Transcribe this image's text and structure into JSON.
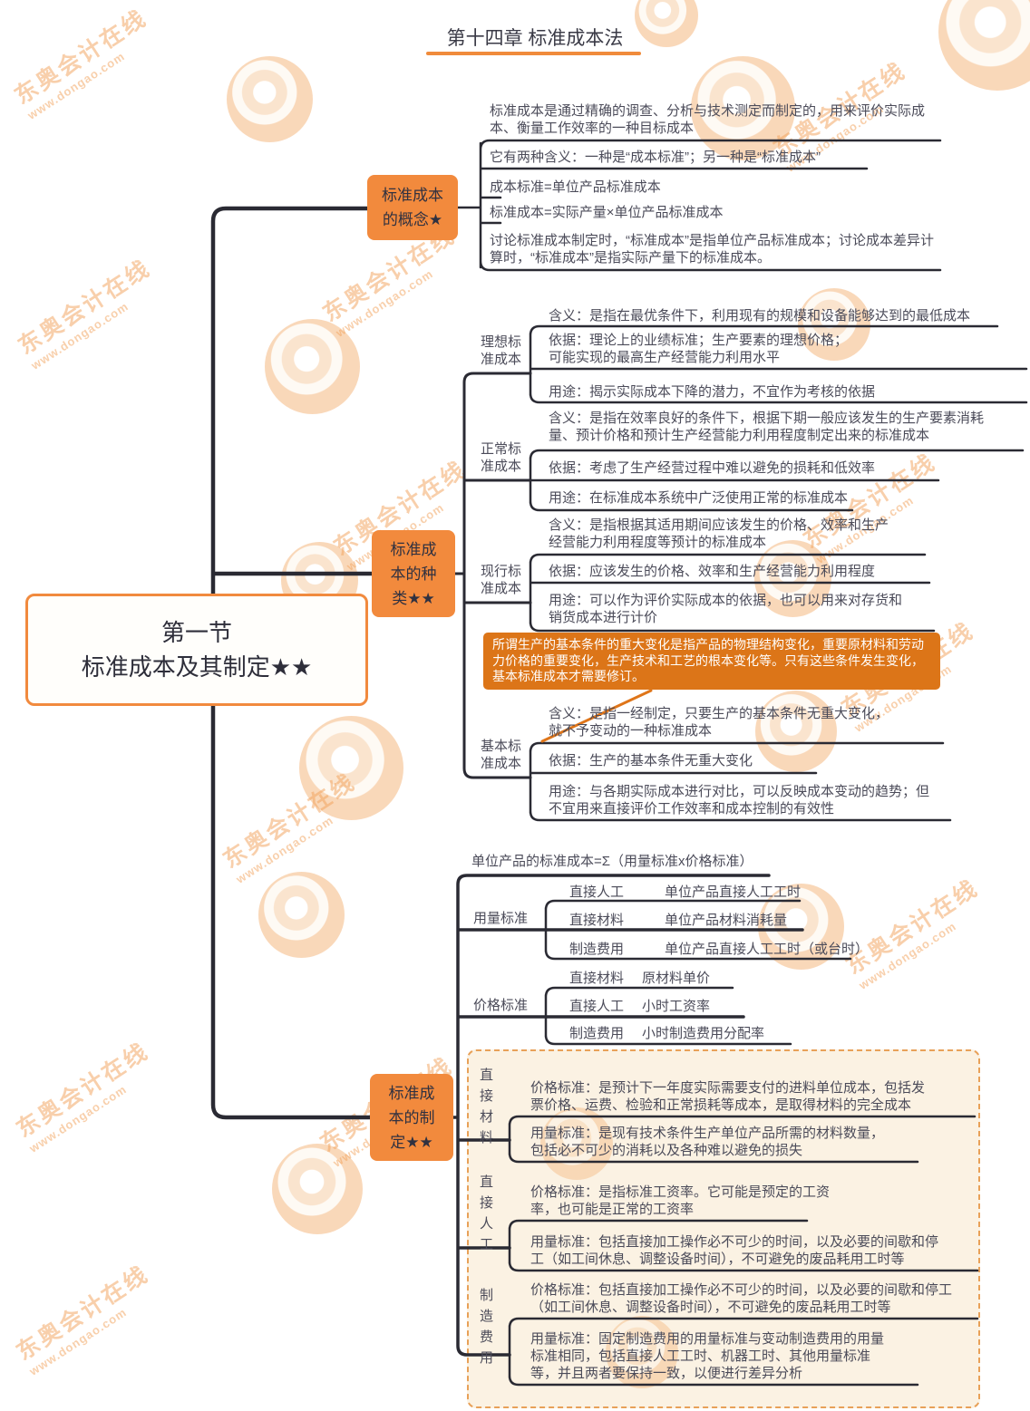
{
  "header": {
    "chapter_title": "第十四章 标准成本法"
  },
  "root": {
    "title_line1": "第一节",
    "title_line2": "标准成本及其制定★★"
  },
  "concept": {
    "label": "标准成本的概念★",
    "items": [
      "标准成本是通过精确的调查、分析与技术测定而制定的，用来评价实际成本、衡量工作效率的一种目标成本",
      "它有两种含义：一种是“成本标准”；另一种是“标准成本”",
      "成本标准=单位产品标准成本",
      "标准成本=实际产量×单位产品标准成本",
      "讨论标准成本制定时，“标准成本”是指单位产品标准成本；讨论成本差异计算时，“标准成本”是指实际产量下的标准成本。"
    ]
  },
  "kinds": {
    "label": "标准成本的种类★★",
    "ideal": {
      "name": "理想标准成本",
      "meaning": "含义：是指在最优条件下，利用现有的规模和设备能够达到的最低成本",
      "basis": "依据：理论上的业绩标准；生产要素的理想价格；可能实现的最高生产经营能力利用水平",
      "use": "用途：揭示实际成本下降的潜力，不宜作为考核的依据"
    },
    "normal": {
      "name": "正常标准成本",
      "meaning": "含义：是指在效率良好的条件下，根据下期一般应该发生的生产要素消耗量、预计价格和预计生产经营能力利用程度制定出来的标准成本",
      "basis": "依据：考虑了生产经营过程中难以避免的损耗和低效率",
      "use": "用途：在标准成本系统中广泛使用正常的标准成本"
    },
    "current": {
      "name": "现行标准成本",
      "meaning": "含义：是指根据其适用期间应该发生的价格、效率和生产经营能力利用程度等预计的标准成本",
      "basis": "依据：应该发生的价格、效率和生产经营能力利用程度",
      "use": "用途：可以作为评价实际成本的依据，也可以用来对存货和销货成本进行计价"
    },
    "basic": {
      "name": "基本标准成本",
      "meaning": "含义：是指一经制定，只要生产的基本条件无重大变化，就不予变动的一种标准成本",
      "basis": "依据：生产的基本条件无重大变化",
      "use": "用途：与各期实际成本进行对比，可以反映成本变动的趋势；但不宜用来直接评价工作效率和成本控制的有效性"
    },
    "callout": "所谓生产的基本条件的重大变化是指产品的物理结构变化，重要原材料和劳动力价格的重要变化，生产技术和工艺的根本变化等。只有这些条件发生变化，基本标准成本才需要修订。"
  },
  "formulation": {
    "label": "标准成本的制定★★",
    "formula": "单位产品的标准成本=Σ（用量标准x价格标准）",
    "quantity": {
      "label": "用量标准",
      "rows": [
        {
          "item": "直接人工",
          "value": "单位产品直接人工工时"
        },
        {
          "item": "直接材料",
          "value": "单位产品材料消耗量"
        },
        {
          "item": "制造费用",
          "value": "单位产品直接人工工时（或台时）"
        }
      ]
    },
    "price": {
      "label": "价格标准",
      "rows": [
        {
          "item": "直接材料",
          "value": "原材料单价"
        },
        {
          "item": "直接人工",
          "value": "小时工资率"
        },
        {
          "item": "制造费用",
          "value": "小时制造费用分配率"
        }
      ]
    },
    "details": [
      {
        "name": "直接材料",
        "price": "价格标准：是预计下一年度实际需要支付的进料单位成本，包括发票价格、运费、检验和正常损耗等成本，是取得材料的完全成本",
        "quantity": "用量标准：是现有技术条件生产单位产品所需的材料数量，包括必不可少的消耗以及各种难以避免的损失"
      },
      {
        "name": "直接人工",
        "price": "价格标准：是指标准工资率。它可能是预定的工资率，也可能是正常的工资率",
        "quantity": "用量标准：包括直接加工操作必不可少的时间，以及必要的间歇和停工（如工间休息、调整设备时间），不可避免的废品耗用工时等"
      },
      {
        "name": "制造费用",
        "price": "价格标准：包括直接加工操作必不可少的时间，以及必要的间歇和停工（如工间休息、调整设备时间），不可避免的废品耗用工时等",
        "quantity": "用量标准：固定制造费用的用量标准与变动制造费用的用量标准相同，包括直接人工工时、机器工时、其他用量标准等，并且两者要保持一致，以便进行差异分析"
      }
    ]
  },
  "watermark": {
    "brand": "东奥会计在线",
    "site": "www.dongao.com"
  },
  "colors": {
    "accent_orange": "#F28A3D",
    "callout_orange": "#DC7518",
    "line_dark": "#2A2A33",
    "panel_cream": "#FBF2E3"
  }
}
